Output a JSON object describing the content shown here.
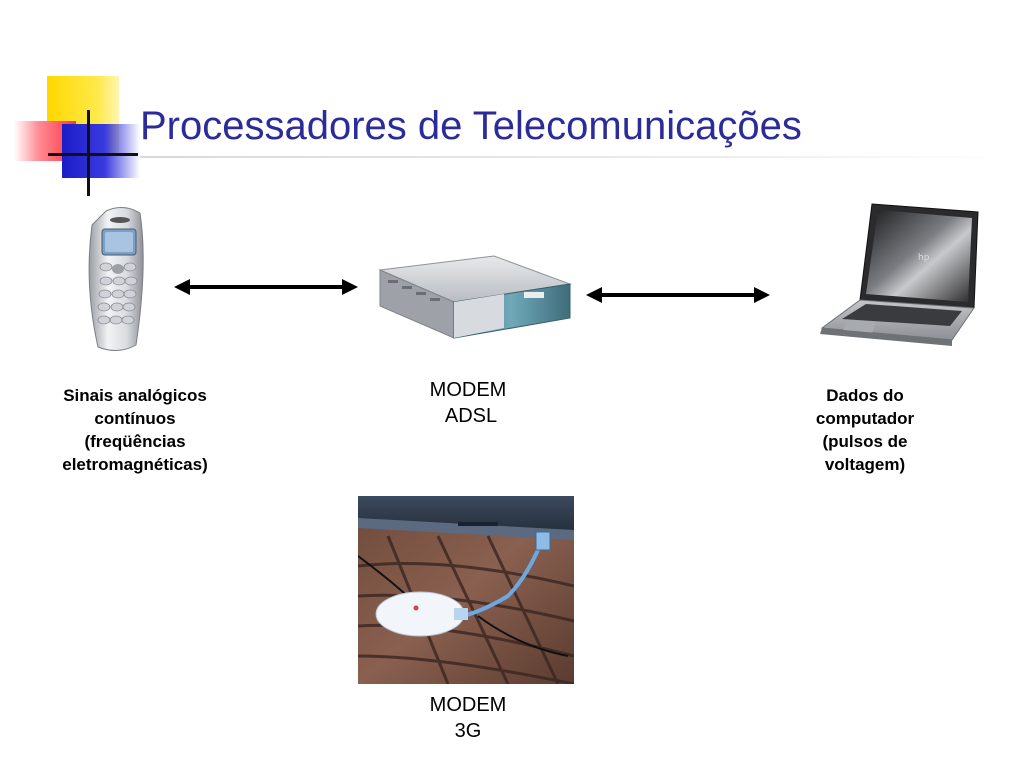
{
  "slide": {
    "title": "Processadores de Telecomunicações"
  },
  "phone": {
    "caption_lines": [
      "Sinais analógicos",
      "contínuos",
      "(freqüências",
      "eletromagnéticas)"
    ]
  },
  "modem_adsl": {
    "caption_lines": [
      "MODEM",
      "ADSL"
    ]
  },
  "laptop": {
    "caption_lines": [
      "Dados do",
      "computador",
      "(pulsos de",
      "voltagem)"
    ],
    "brand": "hp"
  },
  "modem_3g": {
    "caption_lines": [
      "MODEM",
      "3G"
    ]
  }
}
